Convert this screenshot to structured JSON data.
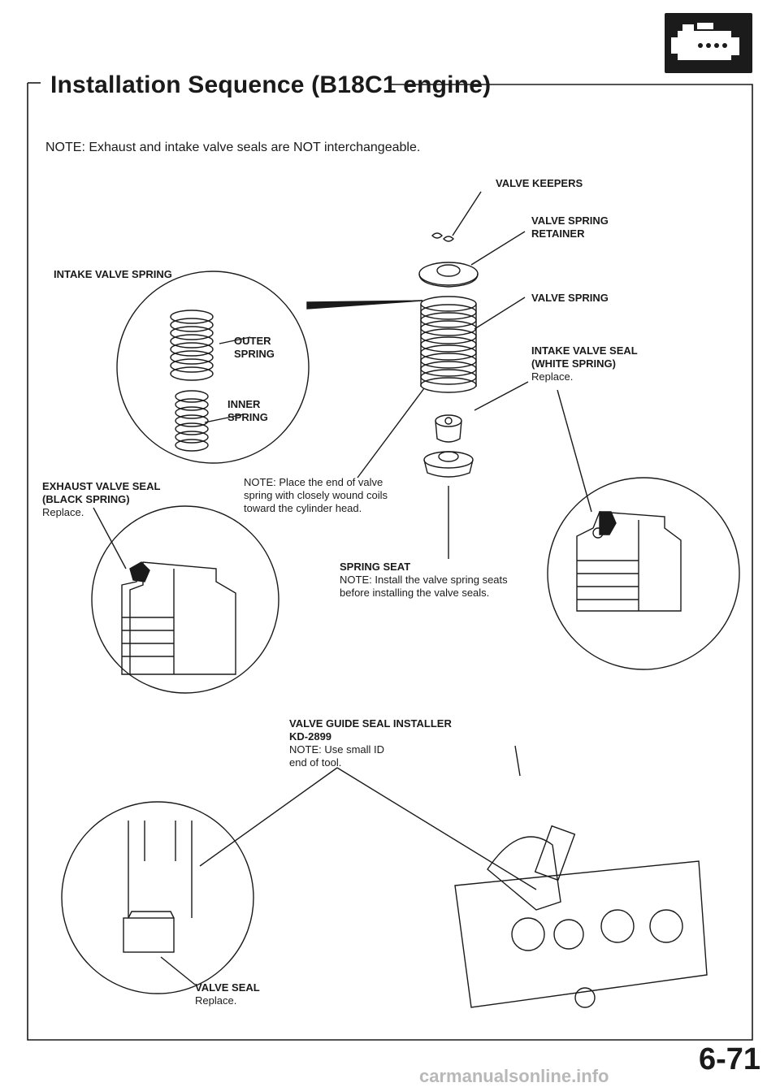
{
  "title": "Installation Sequence (B18C1 engine)",
  "note_top": "NOTE:  Exhaust and intake valve seals are NOT interchangeable.",
  "labels": {
    "valve_keepers": "VALVE KEEPERS",
    "valve_spring_retainer_1": "VALVE SPRING",
    "valve_spring_retainer_2": "RETAINER",
    "intake_valve_spring": "INTAKE VALVE SPRING",
    "valve_spring": "VALVE SPRING",
    "outer_spring_1": "OUTER",
    "outer_spring_2": "SPRING",
    "inner_spring_1": "INNER",
    "inner_spring_2": "SPRING",
    "intake_seal_1": "INTAKE VALVE SEAL",
    "intake_seal_2": "(WHITE SPRING)",
    "intake_seal_3": "Replace.",
    "exhaust_seal_1": "EXHAUST VALVE SEAL",
    "exhaust_seal_2": "(BLACK SPRING)",
    "exhaust_seal_3": "Replace.",
    "note_spring_1": "NOTE:  Place the end of valve",
    "note_spring_2": "spring with closely wound coils",
    "note_spring_3": "toward the cylinder head.",
    "spring_seat": "SPRING SEAT",
    "note_seat_1": "NOTE:  Install the valve spring seats",
    "note_seat_2": "before installing the valve seals.",
    "installer_1": "VALVE GUIDE SEAL INSTALLER",
    "installer_2": "KD-2899",
    "installer_3": "NOTE:  Use small ID",
    "installer_4": "end of tool.",
    "valve_seal_1": "VALVE SEAL",
    "valve_seal_2": "Replace."
  },
  "page_number": "6-71",
  "watermark": "carmanualsonline.info",
  "colors": {
    "ink": "#1a1a1a",
    "paper": "#ffffff"
  },
  "icon": "engine-icon"
}
